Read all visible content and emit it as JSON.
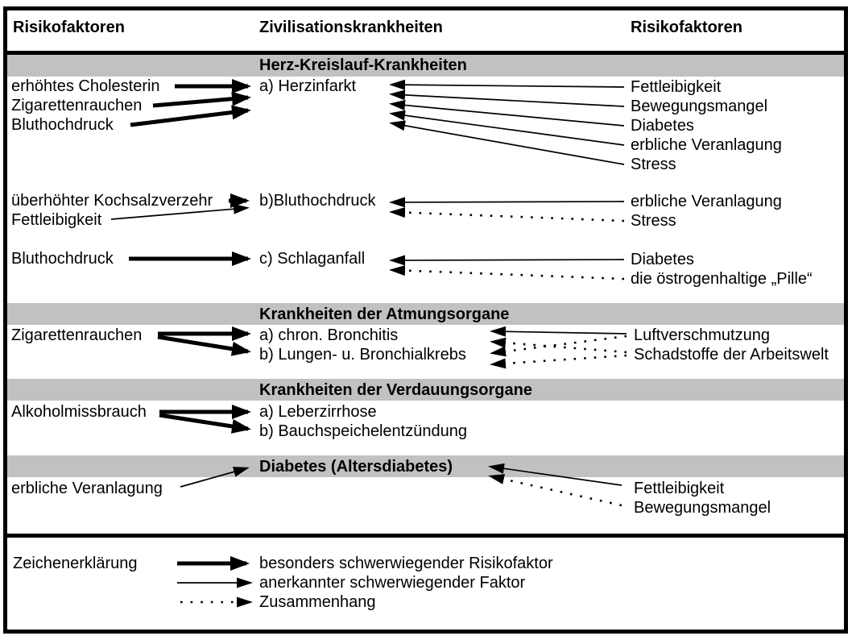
{
  "header": {
    "col_left": "Risikofaktoren",
    "col_center": "Zivilisationskrankheiten",
    "col_right": "Risikofaktoren"
  },
  "sections": {
    "cardio": {
      "title": "Herz-Kreislauf-Krankheiten",
      "herzinfarkt": {
        "disease": "a) Herzinfarkt",
        "left": [
          "erhöhtes Cholesterin",
          "Zigarettenrauchen",
          "Bluthochdruck"
        ],
        "right": [
          "Fettleibigkeit",
          "Bewegungsmangel",
          "Diabetes",
          "erbliche Veranlagung",
          "Stress"
        ]
      },
      "bluthochdruck": {
        "disease": "b)Bluthochdruck",
        "left": [
          "überhöhter Kochsalzverzehr",
          "Fettleibigkeit"
        ],
        "right": [
          "erbliche Veranlagung",
          "Stress"
        ]
      },
      "schlaganfall": {
        "disease": "c) Schlaganfall",
        "left": [
          "Bluthochdruck"
        ],
        "right": [
          "Diabetes",
          "die östrogenhaltige „Pille“"
        ]
      }
    },
    "atmung": {
      "title": "Krankheiten der Atmungsorgane",
      "left": [
        "Zigarettenrauchen"
      ],
      "diseases": [
        "a) chron. Bronchitis",
        "b) Lungen- u. Bronchialkrebs"
      ],
      "right": [
        "Luftverschmutzung",
        "Schadstoffe der Arbeitswelt"
      ]
    },
    "verdauung": {
      "title": "Krankheiten der Verdauungsorgane",
      "left": [
        "Alkoholmissbrauch"
      ],
      "diseases": [
        "a) Leberzirrhose",
        "b) Bauchspeichelentzündung"
      ]
    },
    "diabetes": {
      "title": "Diabetes (Altersdiabetes)",
      "left": [
        "erbliche Veranlagung"
      ],
      "right": [
        "Fettleibigkeit",
        "Bewegungsmangel"
      ]
    }
  },
  "legend": {
    "label": "Zeichenerklärung",
    "items": [
      "besonders schwerwiegender Risikofaktor",
      "anerkannter schwerwiegender Faktor",
      "Zusammenhang"
    ]
  },
  "colors": {
    "band": "#c1c1c1",
    "ink": "#000000"
  }
}
